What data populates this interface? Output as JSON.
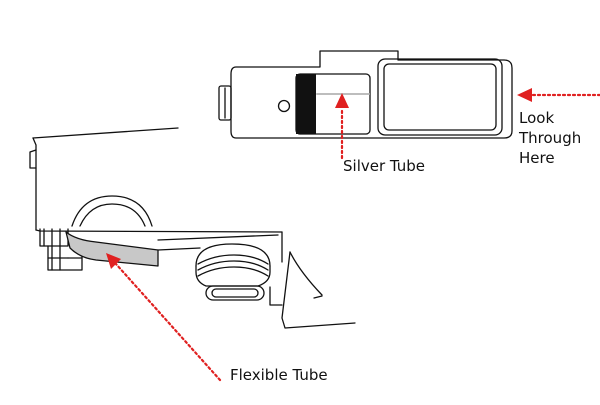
{
  "labels": {
    "silver_tube": "Silver Tube",
    "look_through": [
      "Look",
      "Through",
      "Here"
    ],
    "flexible_tube": "Flexible Tube"
  },
  "colors": {
    "line": "#111111",
    "arrow": "#e02020",
    "tube_fill": "#c8c8c8",
    "window_line": "#bdbdbd",
    "background": "#ffffff"
  }
}
